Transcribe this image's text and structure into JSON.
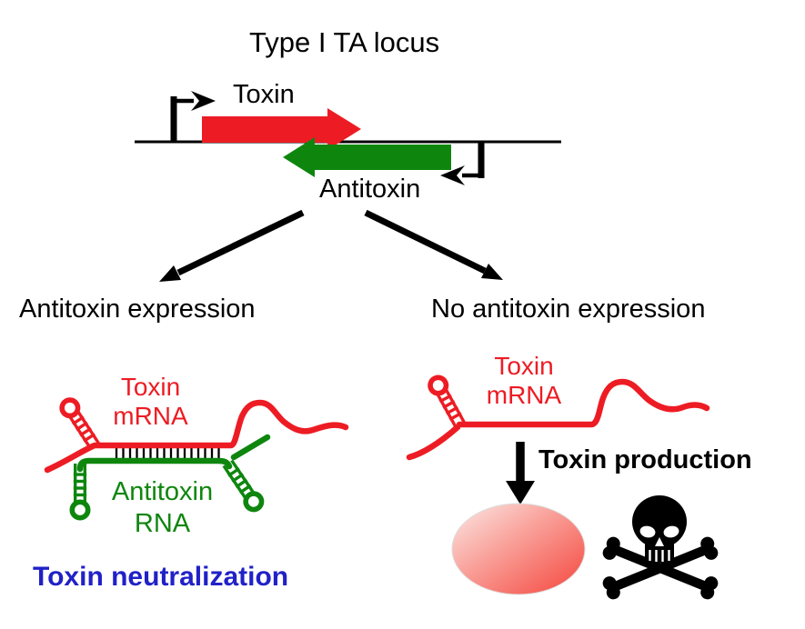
{
  "figure": {
    "title": "Type I TA locus",
    "locus": {
      "toxin_gene": "Toxin",
      "antitoxin_gene": "Antitoxin"
    },
    "branches": {
      "left": "Antitoxin expression",
      "right": "No antitoxin expression"
    },
    "left_panel": {
      "toxin_mrna_line1": "Toxin",
      "toxin_mrna_line2": "mRNA",
      "antitoxin_rna_line1": "Antitoxin",
      "antitoxin_rna_line2": "RNA",
      "outcome": "Toxin neutralization"
    },
    "right_panel": {
      "toxin_mrna_line1": "Toxin",
      "toxin_mrna_line2": "mRNA",
      "process": "Toxin production"
    },
    "icons": {
      "skull": "skull-and-crossbones",
      "promoter_left": "promoter-bent-arrow-right",
      "promoter_right": "promoter-bent-arrow-left"
    },
    "colors": {
      "toxin_red": "#ED1C24",
      "antitoxin_green": "#0E860E",
      "neutralization_blue": "#2121C8",
      "black": "#000000"
    }
  }
}
